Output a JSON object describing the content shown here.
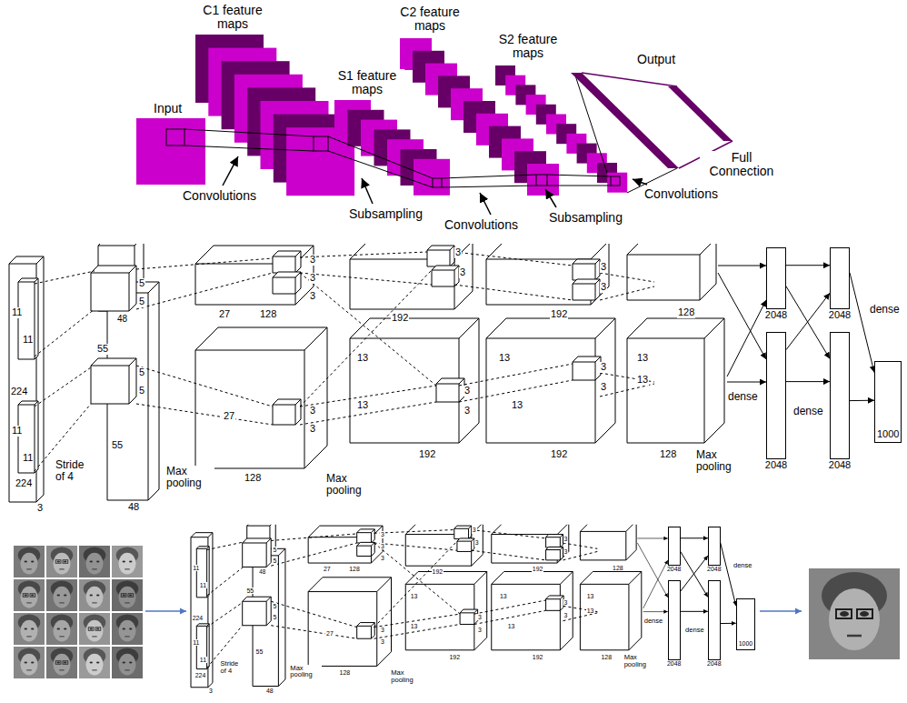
{
  "diagram": {
    "nodes": [
      {
        "text": [
          "2048"
        ]
      },
      {
        "text": [
          "2048"
        ]
      },
      {
        "text": [
          "2048"
        ]
      },
      {
        "text": [
          "2048"
        ]
      },
      {
        "text": [
          "1000"
        ]
      },
      {
        "text": [
          "2048"
        ]
      },
      {
        "text": [
          "2048"
        ]
      },
      {
        "text": [
          "2048"
        ]
      },
      {
        "text": [
          "2048"
        ]
      },
      {
        "text": [
          "1000"
        ]
      }
    ],
    "edges": [
      {
        "from": 0,
        "to": 2,
        "arrow": "to"
      },
      {
        "from": 0,
        "to": 3,
        "arrow": "to"
      },
      {
        "from": 1,
        "to": 2,
        "arrow": "to"
      },
      {
        "from": 1,
        "to": 3,
        "arrow": "to"
      },
      {
        "from": 2,
        "to": 4,
        "arrow": "to"
      },
      {
        "from": 3,
        "to": 4,
        "arrow": "to"
      },
      {
        "from": 5,
        "to": 7,
        "arrow": "to"
      },
      {
        "from": 5,
        "to": 8,
        "arrow": "to"
      },
      {
        "from": 6,
        "to": 7,
        "arrow": "to"
      },
      {
        "from": 6,
        "to": 8,
        "arrow": "to"
      },
      {
        "from": 7,
        "to": 9,
        "arrow": "to"
      },
      {
        "from": 8,
        "to": 9,
        "arrow": "to"
      }
    ],
    "labels": [
      "Input",
      "C1 feature maps",
      "S1 feature maps",
      "C2 feature maps",
      "S2 feature maps",
      "Output",
      "Convolutions",
      "Subsampling",
      "Convolutions",
      "Subsampling",
      "Convolutions",
      "Full Connection",
      "11",
      "11",
      "224",
      "11",
      "11",
      "224",
      "3",
      "Stride of 4",
      "5",
      "5",
      "48",
      "55",
      "5",
      "5",
      "55",
      "48",
      "Max pooling",
      "3",
      "3",
      "3",
      "128",
      "27",
      "27",
      "3",
      "3",
      "128",
      "Max pooling",
      "3",
      "3",
      "192",
      "13",
      "13",
      "3",
      "3",
      "192",
      "3",
      "3",
      "192",
      "13",
      "13",
      "3",
      "3",
      "192",
      "128",
      "13",
      "13",
      "128",
      "Max pooling",
      "dense",
      "dense",
      "dense",
      "11",
      "11",
      "224",
      "11",
      "11",
      "224",
      "3",
      "Stride of 4",
      "5",
      "5",
      "48",
      "55",
      "5",
      "5",
      "55",
      "48",
      "Max pooling",
      "3",
      "3",
      "3",
      "128",
      "27",
      "27",
      "3",
      "3",
      "128",
      "Max pooling",
      "3",
      "3",
      "192",
      "13",
      "13",
      "3",
      "3",
      "192",
      "3",
      "3",
      "192",
      "13",
      "13",
      "3",
      "3",
      "192",
      "128",
      "13",
      "13",
      "128",
      "Max pooling",
      "dense",
      "dense",
      "dense"
    ]
  }
}
